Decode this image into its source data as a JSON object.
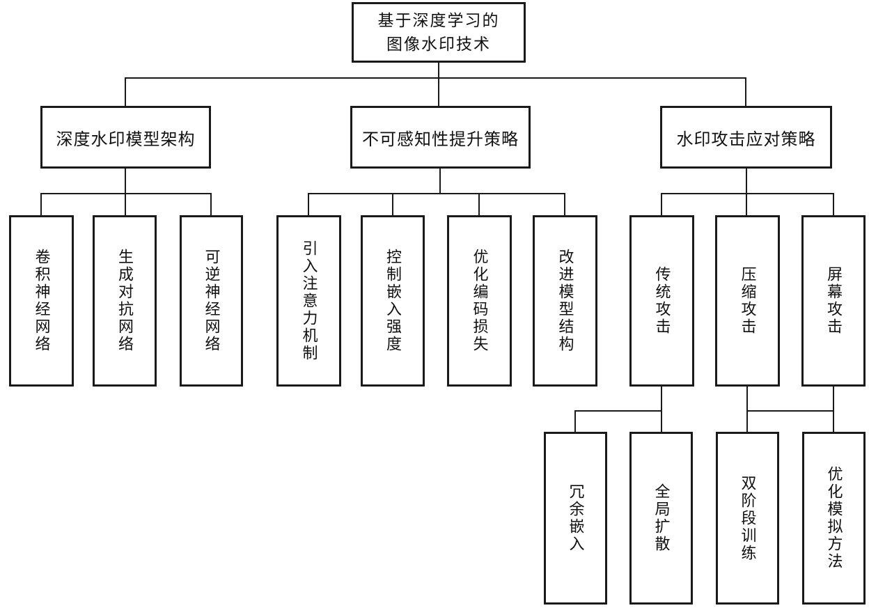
{
  "diagram": {
    "root": {
      "line1": "基于深度学习的",
      "line2": "图像水印技术"
    },
    "branches": [
      {
        "label": "深度水印模型架构",
        "children": [
          "卷积神经网络",
          "生成对抗网络",
          "可逆神经网络"
        ]
      },
      {
        "label": "不可感知性提升策略",
        "children": [
          "引入注意力机制",
          "控制嵌入强度",
          "优化编码损失",
          "改进模型结构"
        ]
      },
      {
        "label": "水印攻击应对策略",
        "children": [
          "传统攻击",
          "压缩攻击",
          "屏幕攻击"
        ]
      }
    ],
    "level4": {
      "traditional_children": [
        "冗余嵌入",
        "全局扩散"
      ],
      "compression_screen_children": [
        "双阶段训练",
        "优化模拟方法"
      ]
    }
  },
  "colors": {
    "background": "#ffffff",
    "line": "#1a1a1a",
    "box_border": "#1a1a1a",
    "text": "#111111"
  }
}
